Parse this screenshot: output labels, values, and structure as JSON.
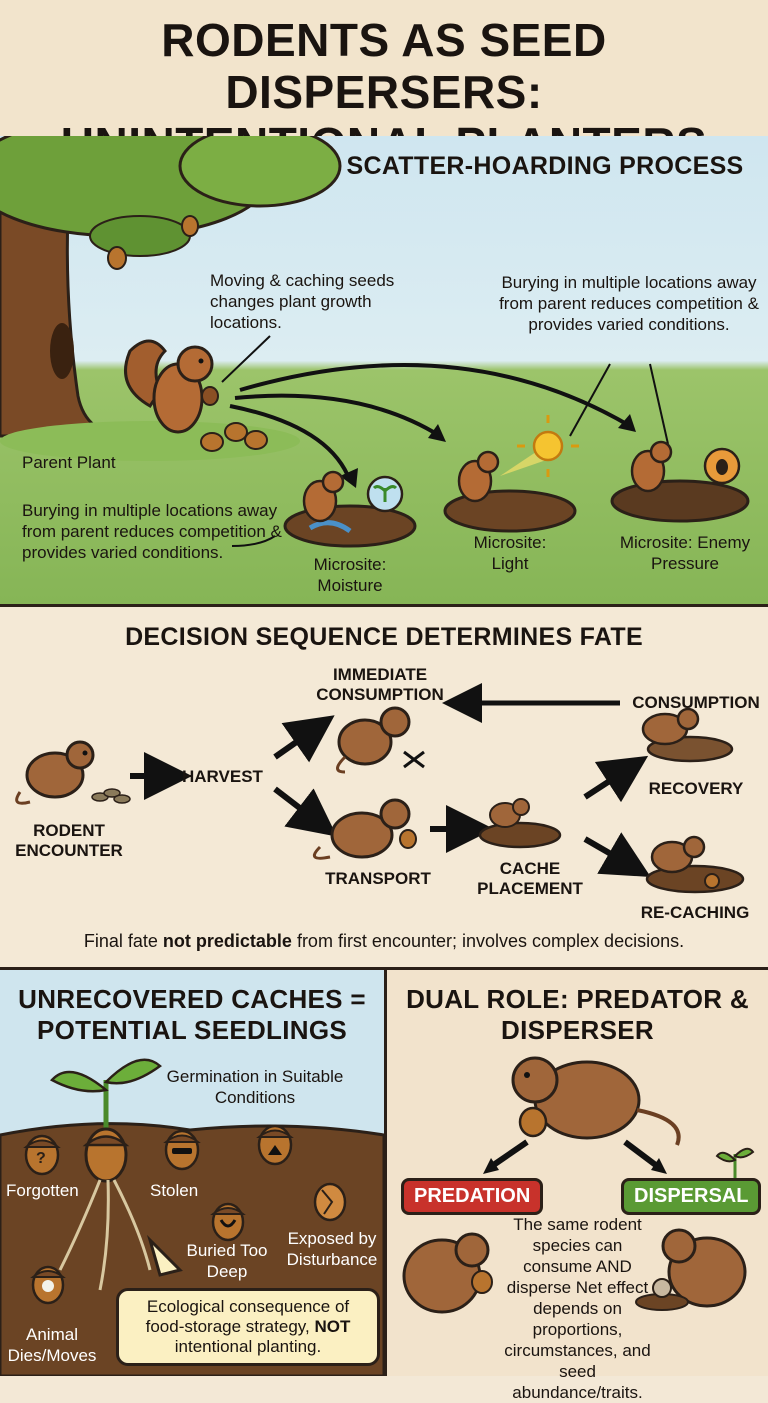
{
  "title": "RODENTS AS SEED DISPERSERS:\nUNINTENTIONAL PLANTERS",
  "scatter": {
    "heading": "SCATTER-HOARDING PROCESS",
    "note_moving": "Moving & caching seeds changes plant growth locations.",
    "note_burying_right": "Burying in multiple locations away from parent reduces competition & provides varied conditions.",
    "note_burying_left": "Burying in multiple locations away from parent reduces competition & provides varied conditions.",
    "parent_plant": "Parent Plant",
    "microsites": [
      {
        "label": "Microsite: Moisture"
      },
      {
        "label": "Microsite: Light"
      },
      {
        "label": "Microsite: Enemy Pressure"
      }
    ]
  },
  "decision": {
    "heading": "DECISION SEQUENCE DETERMINES FATE",
    "rodent_encounter": "RODENT ENCOUNTER",
    "harvest": "HARVEST",
    "immediate_consumption": "IMMEDIATE CONSUMPTION",
    "consumption": "CONSUMPTION",
    "transport": "TRANSPORT",
    "cache_placement": "CACHE PLACEMENT",
    "recovery": "RECOVERY",
    "re_caching": "RE-CACHING",
    "footer_a": "Final fate ",
    "footer_b": "not predictable",
    "footer_c": " from first encounter; involves complex decisions."
  },
  "unrecovered": {
    "heading": "UNRECOVERED CACHES = POTENTIAL SEEDLINGS",
    "germination": "Germination in Suitable Conditions",
    "forgotten": "Forgotten",
    "stolen": "Stolen",
    "buried_deep": "Buried Too Deep",
    "exposed": "Exposed by Disturbance",
    "animal_dies": "Animal Dies/Moves",
    "callout_a": "Ecological consequence of food-storage strategy, ",
    "callout_b": "NOT",
    "callout_c": " intentional planting."
  },
  "dual": {
    "heading": "DUAL ROLE: PREDATOR & DISPERSER",
    "predation": "PREDATION",
    "dispersal": "DISPERSAL",
    "body": "The same rodent species can consume AND disperse Net effect depends on proportions, circumstances, and seed abundance/traits."
  },
  "colors": {
    "predation": "#c8322b",
    "dispersal": "#5a9a34",
    "rodent": "#a0663a",
    "soil": "#6b4424"
  }
}
